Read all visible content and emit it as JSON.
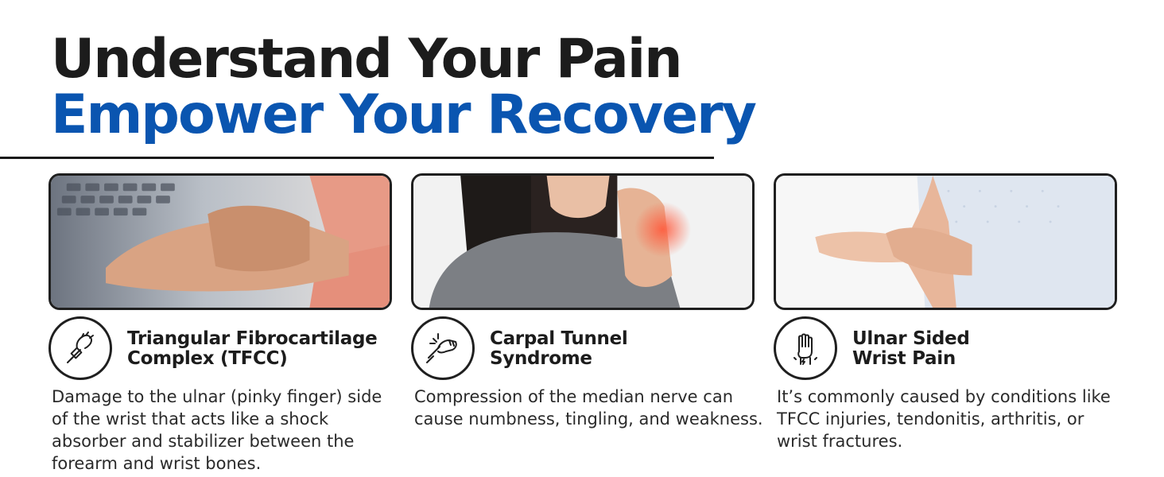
{
  "headline": {
    "line1": "Understand Your Pain",
    "line2": "Empower Your Recovery"
  },
  "colors": {
    "accent": "#0a55b0",
    "text": "#1c1c1c",
    "border": "#1f1f1f"
  },
  "cards": [
    {
      "icon": "wrist-bandage-icon",
      "title_line1": "Triangular Fibrocartilage",
      "title_line2": "Complex (TFCC)",
      "description": "Damage to the ulnar (pinky finger) side of the wrist that acts like a shock absorber and stabilizer between the forearm and wrist bones."
    },
    {
      "icon": "hand-pain-icon",
      "title_line1": "Carpal Tunnel",
      "title_line2": "Syndrome",
      "description": "Compression of the median nerve can cause numbness, tingling, and weakness."
    },
    {
      "icon": "raised-hand-pain-icon",
      "title_line1": "Ulnar Sided",
      "title_line2": "Wrist Pain",
      "description": "It’s commonly caused by conditions like TFCC injuries, tendonitis, arthritis, or wrist fractures."
    }
  ]
}
